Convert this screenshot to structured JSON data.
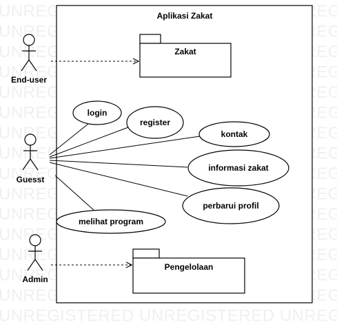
{
  "watermark_text": "UNREGISTERED",
  "system_title": "Aplikasi Zakat",
  "actors": {
    "end_user": "End-user",
    "guest": "Guesst",
    "admin": "Admin"
  },
  "packages": {
    "zakat": "Zakat",
    "pengelolaan": "Pengelolaan"
  },
  "use_cases": {
    "login": "login",
    "register": "register",
    "kontak": "kontak",
    "informasi_zakat": "informasi zakat",
    "perbarui_profil": "perbarui profil",
    "melihat_program": "melihat program"
  }
}
